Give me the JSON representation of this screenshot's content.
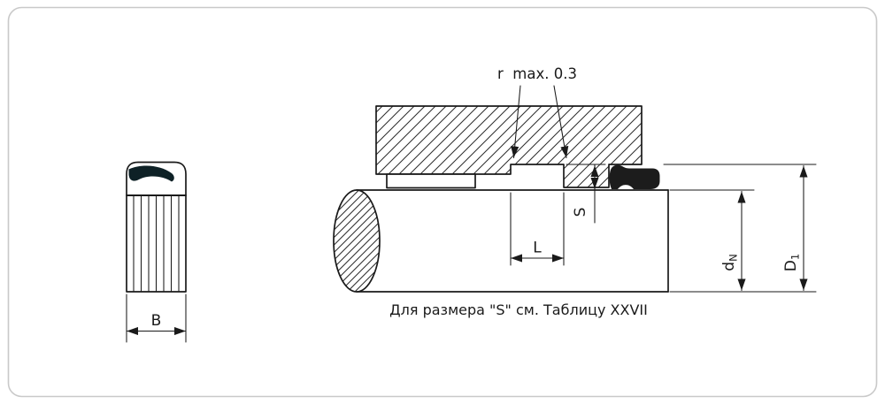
{
  "labels": {
    "r_note": "r  max. 0.3",
    "dim_b": "B",
    "dim_l": "L",
    "dim_s": "S",
    "dim_d_main": "d",
    "dim_d_sub": "N",
    "dim_d1_main": "D",
    "dim_d1_sub": "1",
    "note": "Для размера \"S\" см. Таблицу XXVII"
  },
  "colors": {
    "seal_teal": "#12a7b8",
    "seal_dark": "#0e2126",
    "installed_seal": "#1c1c1c",
    "line": "#1a1a1a",
    "border": "#c9c9c9"
  }
}
